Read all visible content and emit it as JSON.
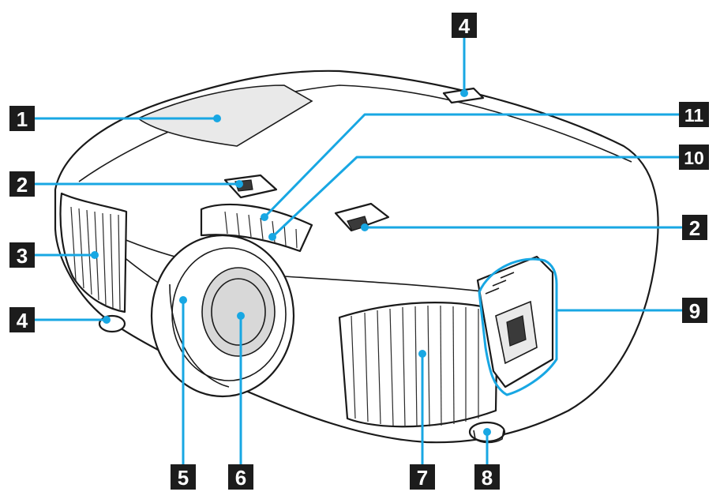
{
  "diagram": {
    "callouts": [
      {
        "id": "c1",
        "label": "1"
      },
      {
        "id": "c2a",
        "label": "2"
      },
      {
        "id": "c2b",
        "label": "2"
      },
      {
        "id": "c3",
        "label": "3"
      },
      {
        "id": "c4a",
        "label": "4"
      },
      {
        "id": "c4b",
        "label": "4"
      },
      {
        "id": "c5",
        "label": "5"
      },
      {
        "id": "c6",
        "label": "6"
      },
      {
        "id": "c7",
        "label": "7"
      },
      {
        "id": "c8",
        "label": "8"
      },
      {
        "id": "c9",
        "label": "9"
      },
      {
        "id": "c10",
        "label": "10"
      },
      {
        "id": "c11",
        "label": "11"
      }
    ]
  },
  "colors": {
    "callout_line": "#18a7e3",
    "badge_fill": "#1c1c1c",
    "badge_text": "#ffffff"
  }
}
